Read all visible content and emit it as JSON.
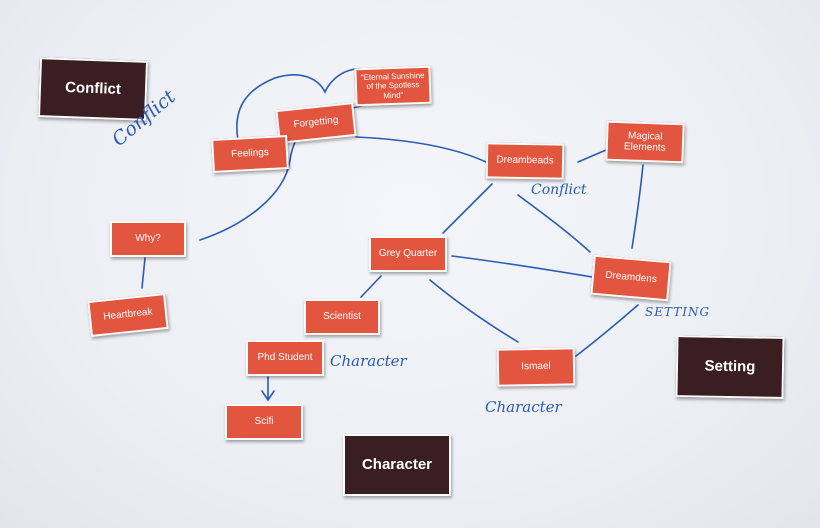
{
  "colors": {
    "card_red": "#e2553f",
    "card_dark": "#3a1e22",
    "ink_blue": "#2a5bb5",
    "board": "#eceff4"
  },
  "category_cards": {
    "conflict": "Conflict",
    "setting": "Setting",
    "character": "Character"
  },
  "idea_cards": {
    "eternal_sunshine": "\"Eternal Sunshine of the Spotless Mind\"",
    "forgetting": "Forgetting",
    "feelings": "Feelings",
    "dreambeads": "Dreambeads",
    "magical_elements": "Magical Elements",
    "why": "Why?",
    "grey_quarter": "Grey Quarter",
    "dreamdens": "Dreamdens",
    "heartbreak": "Heartbreak",
    "scientist": "Scientist",
    "phd_student": "Phd Student",
    "ismael": "Ismael",
    "scifi": "Scifi"
  },
  "handwritten_labels": {
    "conflict_left": "Conflict",
    "conflict_dreambeads": "Conflict",
    "setting_dreamdens": "SETTING",
    "character_phd": "Character",
    "character_ismael": "Character"
  }
}
